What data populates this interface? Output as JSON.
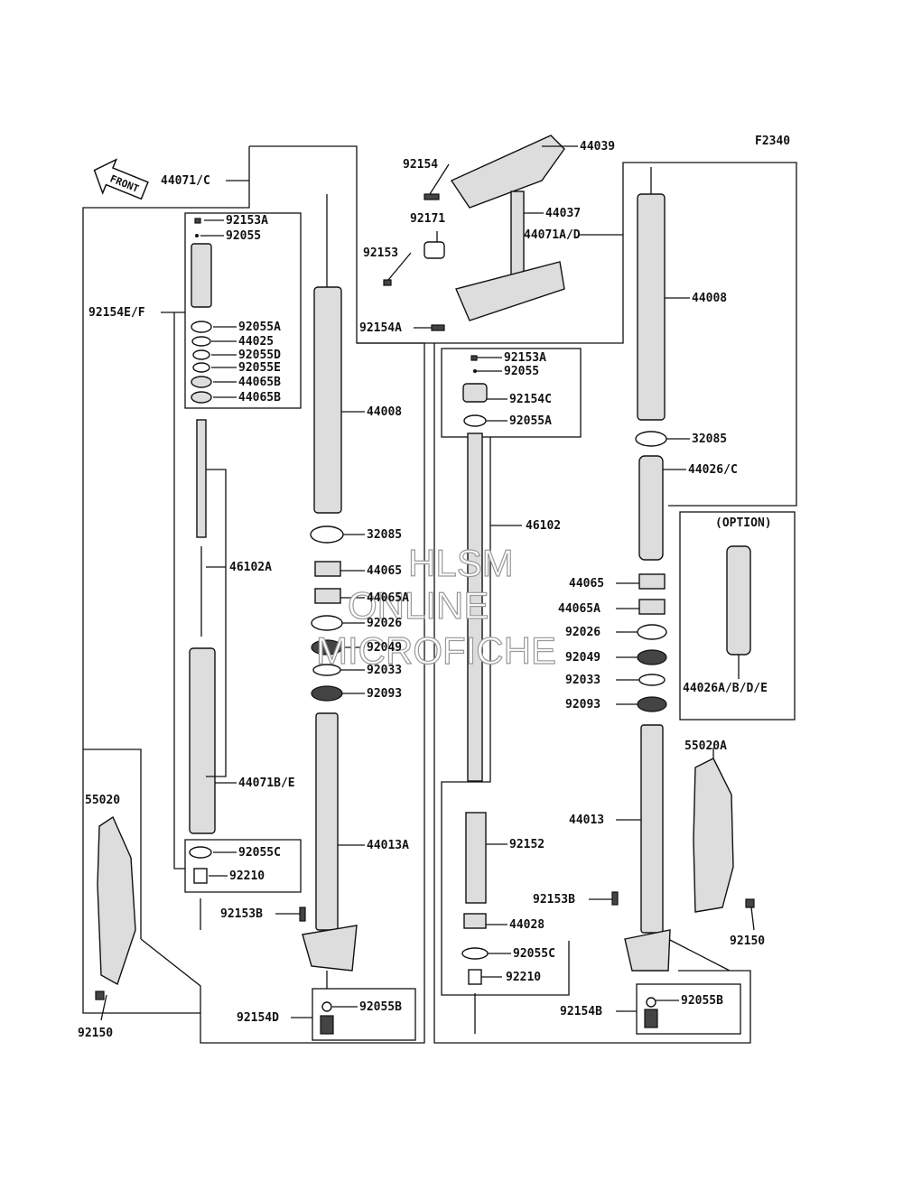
{
  "figure_code": "F2340",
  "front_label": "FRONT",
  "watermark": [
    "HLSM",
    "ONLINE",
    "MICROFICHE"
  ],
  "option_label": "(OPTION)",
  "labels": {
    "p44071C": "44071/C",
    "p92153A_l": "92153A",
    "p92055_l": "92055",
    "p92154EF": "92154E/F",
    "p92055A_l": "92055A",
    "p44025": "44025",
    "p92055D": "92055D",
    "p92055E": "92055E",
    "p44065B_1": "44065B",
    "p44065B_2": "44065B",
    "p46102A": "46102A",
    "p44071BE": "44071B/E",
    "p92055C_l": "92055C",
    "p92210_l": "92210",
    "p55020": "55020",
    "p92150_l": "92150",
    "p44008_l": "44008",
    "p32085_l": "32085",
    "p44065_l": "44065",
    "p44065A_l": "44065A",
    "p92026_l": "92026",
    "p92049_l": "92049",
    "p92033_l": "92033",
    "p92093_l": "92093",
    "p44013A": "44013A",
    "p92153B_l": "92153B",
    "p92154D": "92154D",
    "p92055B_l": "92055B",
    "p92154": "92154",
    "p92171": "92171",
    "p92153": "92153",
    "p92154A": "92154A",
    "p44039": "44039",
    "p44037": "44037",
    "p44071AD": "44071A/D",
    "p92153A_r": "92153A",
    "p92055_r": "92055",
    "p92154C": "92154C",
    "p92055A_r": "92055A",
    "p46102": "46102",
    "p92152": "92152",
    "p44028": "44028",
    "p92055C_r": "92055C",
    "p92210_r": "92210",
    "p44008_r": "44008",
    "p32085_r": "32085",
    "p44026C": "44026/C",
    "p44065_r": "44065",
    "p44065A_r": "44065A",
    "p92026_r": "92026",
    "p92049_r": "92049",
    "p92033_r": "92033",
    "p92093_r": "92093",
    "p44013": "44013",
    "p92153B_r": "92153B",
    "p92154B": "92154B",
    "p92055B_r": "92055B",
    "p44026ABDE": "44026A/B/D/E",
    "p55020A": "55020A",
    "p92150_r": "92150"
  }
}
